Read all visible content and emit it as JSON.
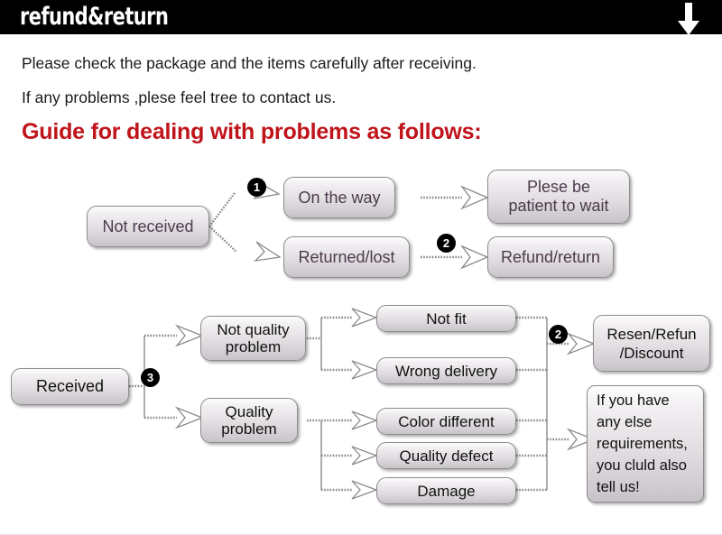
{
  "header": {
    "title": "refund&return",
    "arrow_icon": "arrow-down-icon"
  },
  "intro": {
    "line1": "Please check the package and the items carefully after receiving.",
    "line2": "If any problems ,plese feel tree to contact us.",
    "heading": "Guide for dealing with problems as follows:"
  },
  "colors": {
    "header_background": "#000000",
    "heading_accent": "#c0141b",
    "node_text_purple": "#4b3b4d",
    "node_text_black": "#111111",
    "badge_background": "#000000"
  },
  "flow_top": {
    "source": "Not received",
    "branches": [
      {
        "status": "On the way",
        "badge": "1",
        "outcome": "Plese be\npatient to wait",
        "outcome_line1": "Plese be",
        "outcome_line2": "patient to wait"
      },
      {
        "status": "Returned/lost",
        "badge": "2",
        "outcome": "Refund/return"
      }
    ]
  },
  "flow_bottom": {
    "source": "Received",
    "badge": "3",
    "categories": [
      {
        "label_line1": "Not quality",
        "label_line2": "problem"
      },
      {
        "label_line1": "Quality",
        "label_line2": "problem"
      }
    ],
    "issues": [
      "Not fit",
      "Wrong delivery",
      "Color different",
      "Quality defect",
      "Damage"
    ],
    "results": [
      {
        "badge": "2",
        "line1": "Resen/Refun",
        "line2": "/Discount"
      },
      {
        "line1": "If you have",
        "line2": "any else",
        "line3": "requirements,",
        "line4": "you cluld also",
        "line5": "tell us!"
      }
    ]
  }
}
